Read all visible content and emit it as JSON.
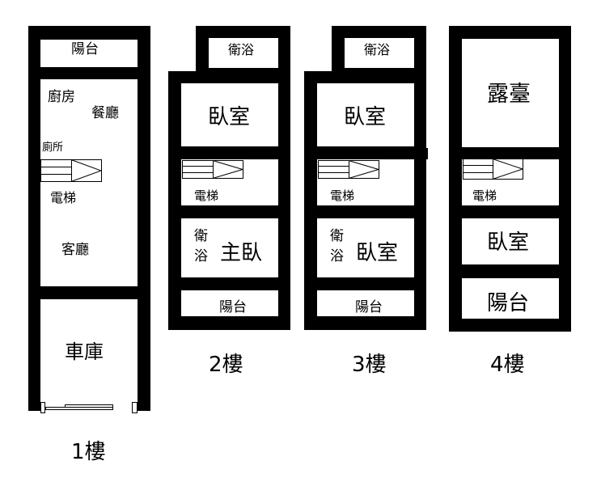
{
  "floors": {
    "f1": {
      "title": "1樓",
      "balcony": "陽台",
      "kitchen": "廚房",
      "dining": "餐廳",
      "toilet": "廁所",
      "elevator": "電梯",
      "living": "客廳",
      "garage": "車庫"
    },
    "f2": {
      "title": "2樓",
      "bath_top": "衛浴",
      "bedroom": "臥室",
      "elevator": "電梯",
      "bath_side_1": "衛",
      "bath_side_2": "浴",
      "master_bedroom": "主臥",
      "balcony": "陽台"
    },
    "f3": {
      "title": "3樓",
      "bath_top": "衛浴",
      "bedroom": "臥室",
      "elevator": "電梯",
      "bath_side_1": "衛",
      "bath_side_2": "浴",
      "bedroom_2": "臥室",
      "balcony": "陽台"
    },
    "f4": {
      "title": "4樓",
      "terrace": "露臺",
      "elevator": "電梯",
      "bedroom": "臥室",
      "balcony": "陽台"
    }
  }
}
